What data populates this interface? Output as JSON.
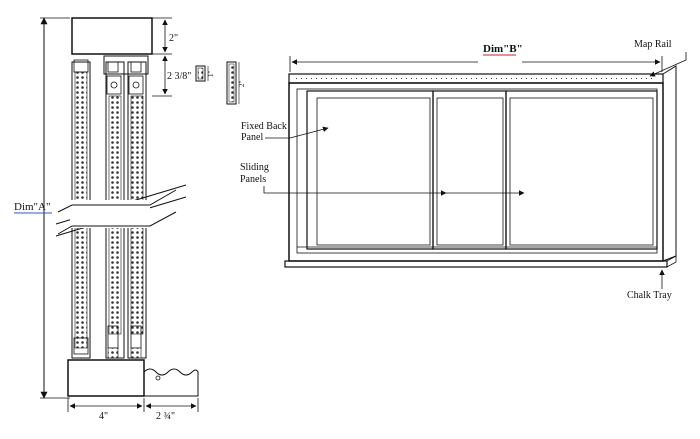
{
  "section": {
    "dim_top": "2\"",
    "dim_side": "2 3/8\"",
    "dim_bottom_width": "4\"",
    "dim_bottom_tray": "2 ¾\"",
    "dim_a": "Dim\"A\"",
    "detail_dim_a": "1\"",
    "detail_dim_b": "2\""
  },
  "elevation": {
    "dim_b": "Dim\"B\"",
    "map_rail": "Map Rail",
    "fixed_back_line1": "Fixed Back",
    "fixed_back_line2": "Panel",
    "sliding_line1": "Sliding",
    "sliding_line2": "Panels",
    "chalk_tray": "Chalk Tray"
  },
  "colors": {
    "line": "#111111",
    "underline": "#cc2222",
    "dim_a_underline": "#3355cc"
  }
}
